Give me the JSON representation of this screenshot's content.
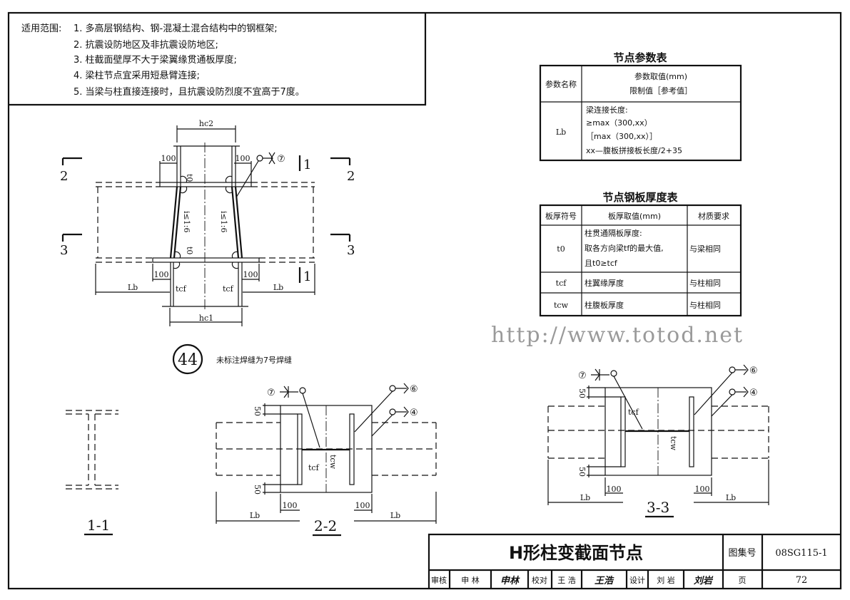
{
  "scope": {
    "label": "适用范围:",
    "items": [
      "1. 多高层钢结构、钢-混凝土混合结构中的钢框架;",
      "2. 抗震设防地区及非抗震设防地区;",
      "3. 柱截面壁厚不大于梁翼缘贯通板厚度;",
      "4. 梁柱节点宜采用短悬臂连接;",
      "5. 当梁与柱直接连接时，且抗震设防烈度不宜高于7度。"
    ]
  },
  "param_table": {
    "title": "节点参数表",
    "headers": [
      "参数名称",
      "参数取值(mm)",
      "限制值［参考值］"
    ],
    "row": {
      "name": "Lb",
      "lines": [
        "梁连接长度:",
        "≥max（300,xx）",
        "［max（300,xx）］",
        "xx—腹板拼接板长度/2+35"
      ]
    }
  },
  "plate_table": {
    "title": "节点钢板厚度表",
    "headers": [
      "板厚符号",
      "板厚取值(mm)",
      "材质要求"
    ],
    "rows": [
      {
        "sym": "t0",
        "lines": [
          "柱贯通隔板厚度:",
          "取各方向梁tf的最大值,",
          "且t0≥tcf"
        ],
        "mat": "与梁相同"
      },
      {
        "sym": "tcf",
        "lines": [
          "柱翼缘厚度"
        ],
        "mat": "与柱相同"
      },
      {
        "sym": "tcw",
        "lines": [
          "柱腹板厚度"
        ],
        "mat": "与柱相同"
      }
    ]
  },
  "watermark": "http://www.totod.net",
  "drawing": {
    "hc1": "hc1",
    "hc2": "hc2",
    "lb": "Lb",
    "d100": "100",
    "d50": "50",
    "tcf": "tcf",
    "tcw": "tcw",
    "t0": "t0",
    "slope": "i≤1:6",
    "sec1": "1",
    "sec2": "2",
    "sec3": "3",
    "weld4": "④",
    "weld6": "⑥",
    "weld7": "⑦",
    "node_no": "44",
    "note": "未标注焊缝为7号焊缝",
    "label11": "1-1",
    "label22": "2-2",
    "label33": "3-3"
  },
  "title_block": {
    "title": "H形柱变截面节点",
    "atlas_label": "图集号",
    "atlas_no": "08SG115-1",
    "review_label": "审核",
    "reviewer": "申 林",
    "reviewer_sig": "申林",
    "check_label": "校对",
    "checker": "王 浩",
    "checker_sig": "王浩",
    "design_label": "设计",
    "designer": "刘 岩",
    "designer_sig": "刘岩",
    "page_label": "页",
    "page_no": "72"
  }
}
